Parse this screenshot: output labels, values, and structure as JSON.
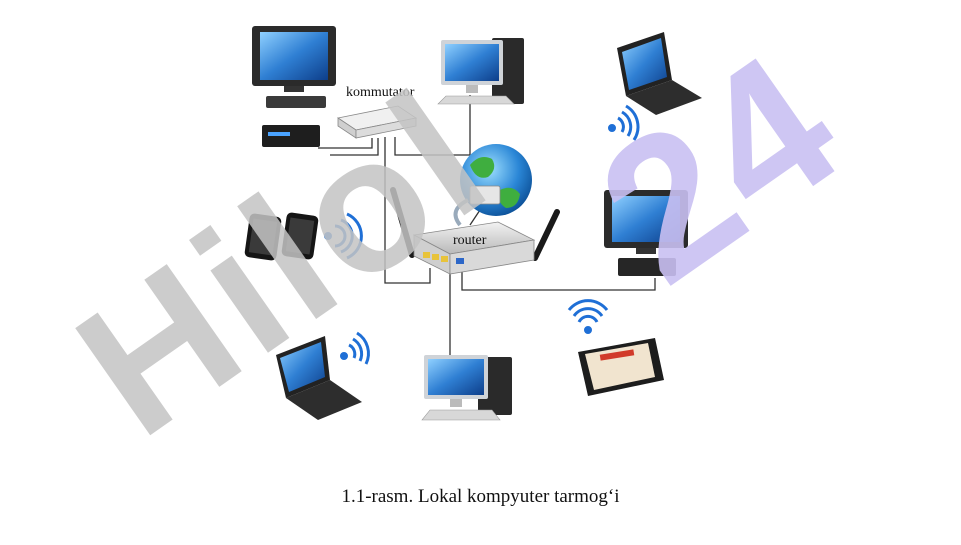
{
  "diagram": {
    "labels": {
      "kommutator": "kommutator",
      "router": "router"
    },
    "caption": "1.1-rasm. Lokal kompyuter tarmog‘i",
    "watermark": {
      "left_part": "Hilol",
      "right_part": "24",
      "left_color": "#c4c4c4",
      "right_color": "#c9c0f2"
    },
    "devices": [
      {
        "name": "tv-with-receivers",
        "icon": "tv-icon"
      },
      {
        "name": "desktop-top",
        "icon": "desktop-icon"
      },
      {
        "name": "laptop-top-right",
        "icon": "laptop-icon"
      },
      {
        "name": "switch",
        "icon": "switch-icon"
      },
      {
        "name": "globe",
        "icon": "globe-icon"
      },
      {
        "name": "router",
        "icon": "router-icon"
      },
      {
        "name": "smartphones",
        "icon": "phone-icon"
      },
      {
        "name": "tv-right",
        "icon": "tv-icon"
      },
      {
        "name": "laptop-bottom-left",
        "icon": "laptop-icon"
      },
      {
        "name": "desktop-bottom",
        "icon": "desktop-icon"
      },
      {
        "name": "tablet",
        "icon": "tablet-icon"
      }
    ],
    "colors": {
      "cable": "#333333",
      "wifi": "#1f6fd6",
      "screen_blue": "#2f7fd3"
    }
  }
}
